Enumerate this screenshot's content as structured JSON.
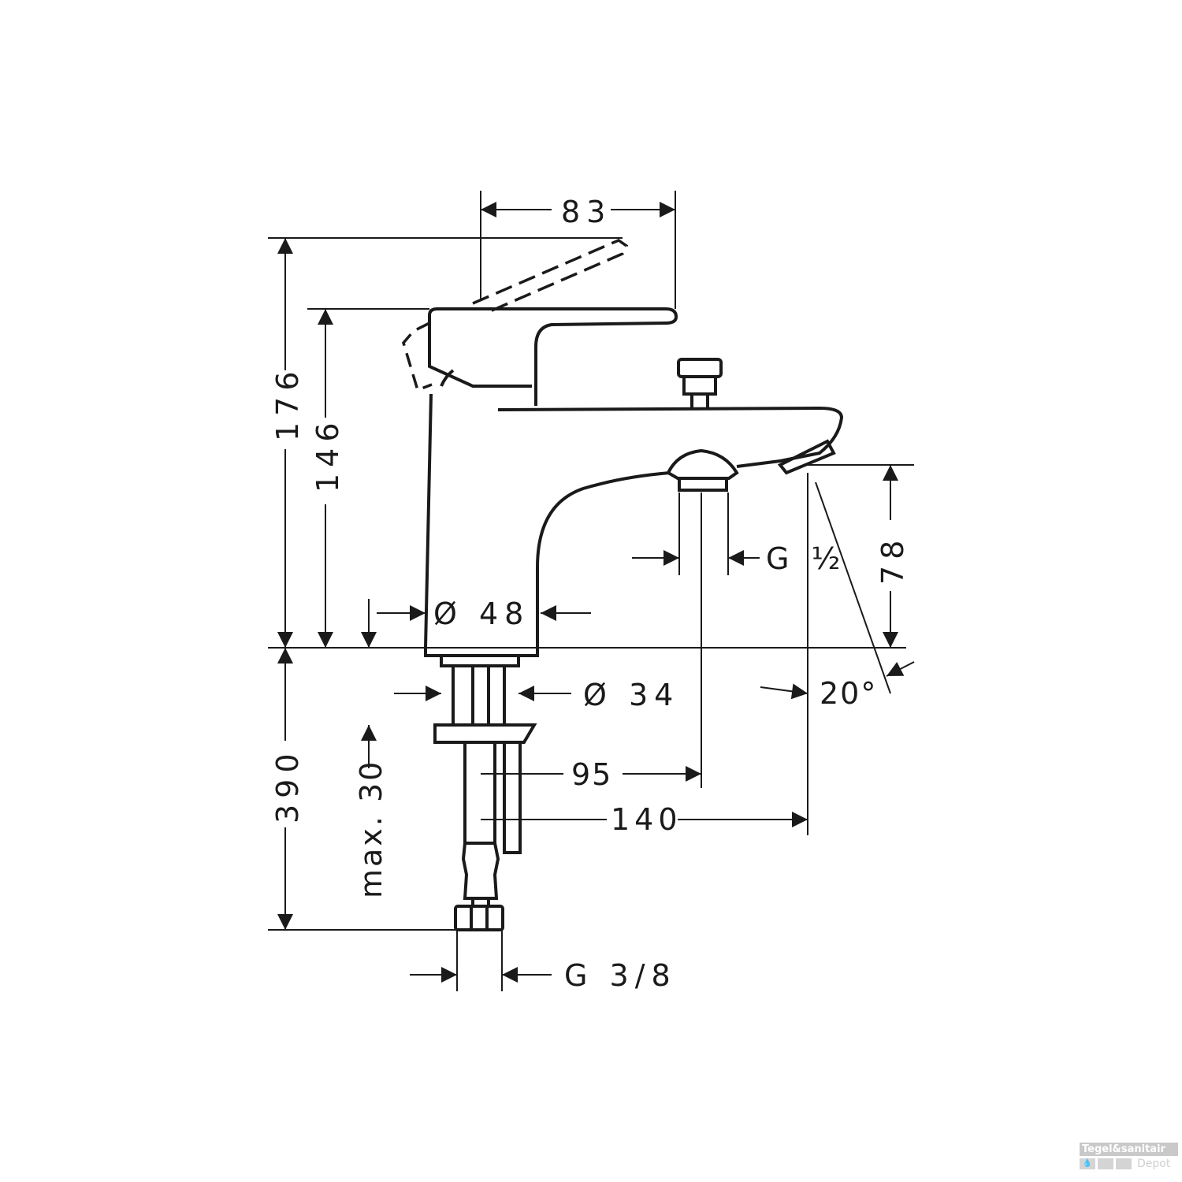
{
  "drawing": {
    "dimensions": {
      "width_lever": "83",
      "total_height": "176",
      "body_height": "146",
      "spout_height": "78",
      "body_diameter": "Ø 48",
      "shank_diameter": "Ø 34",
      "outlet_thread": "G ½",
      "angle": "20°",
      "diverter_reach": "95",
      "spout_reach": "140",
      "below_deck": "390",
      "max_deck_thickness": "max. 30",
      "supply_thread": "G 3/8"
    }
  },
  "watermark": {
    "brand_top": "Tegel&sanitair",
    "brand_bottom": "Depot"
  }
}
